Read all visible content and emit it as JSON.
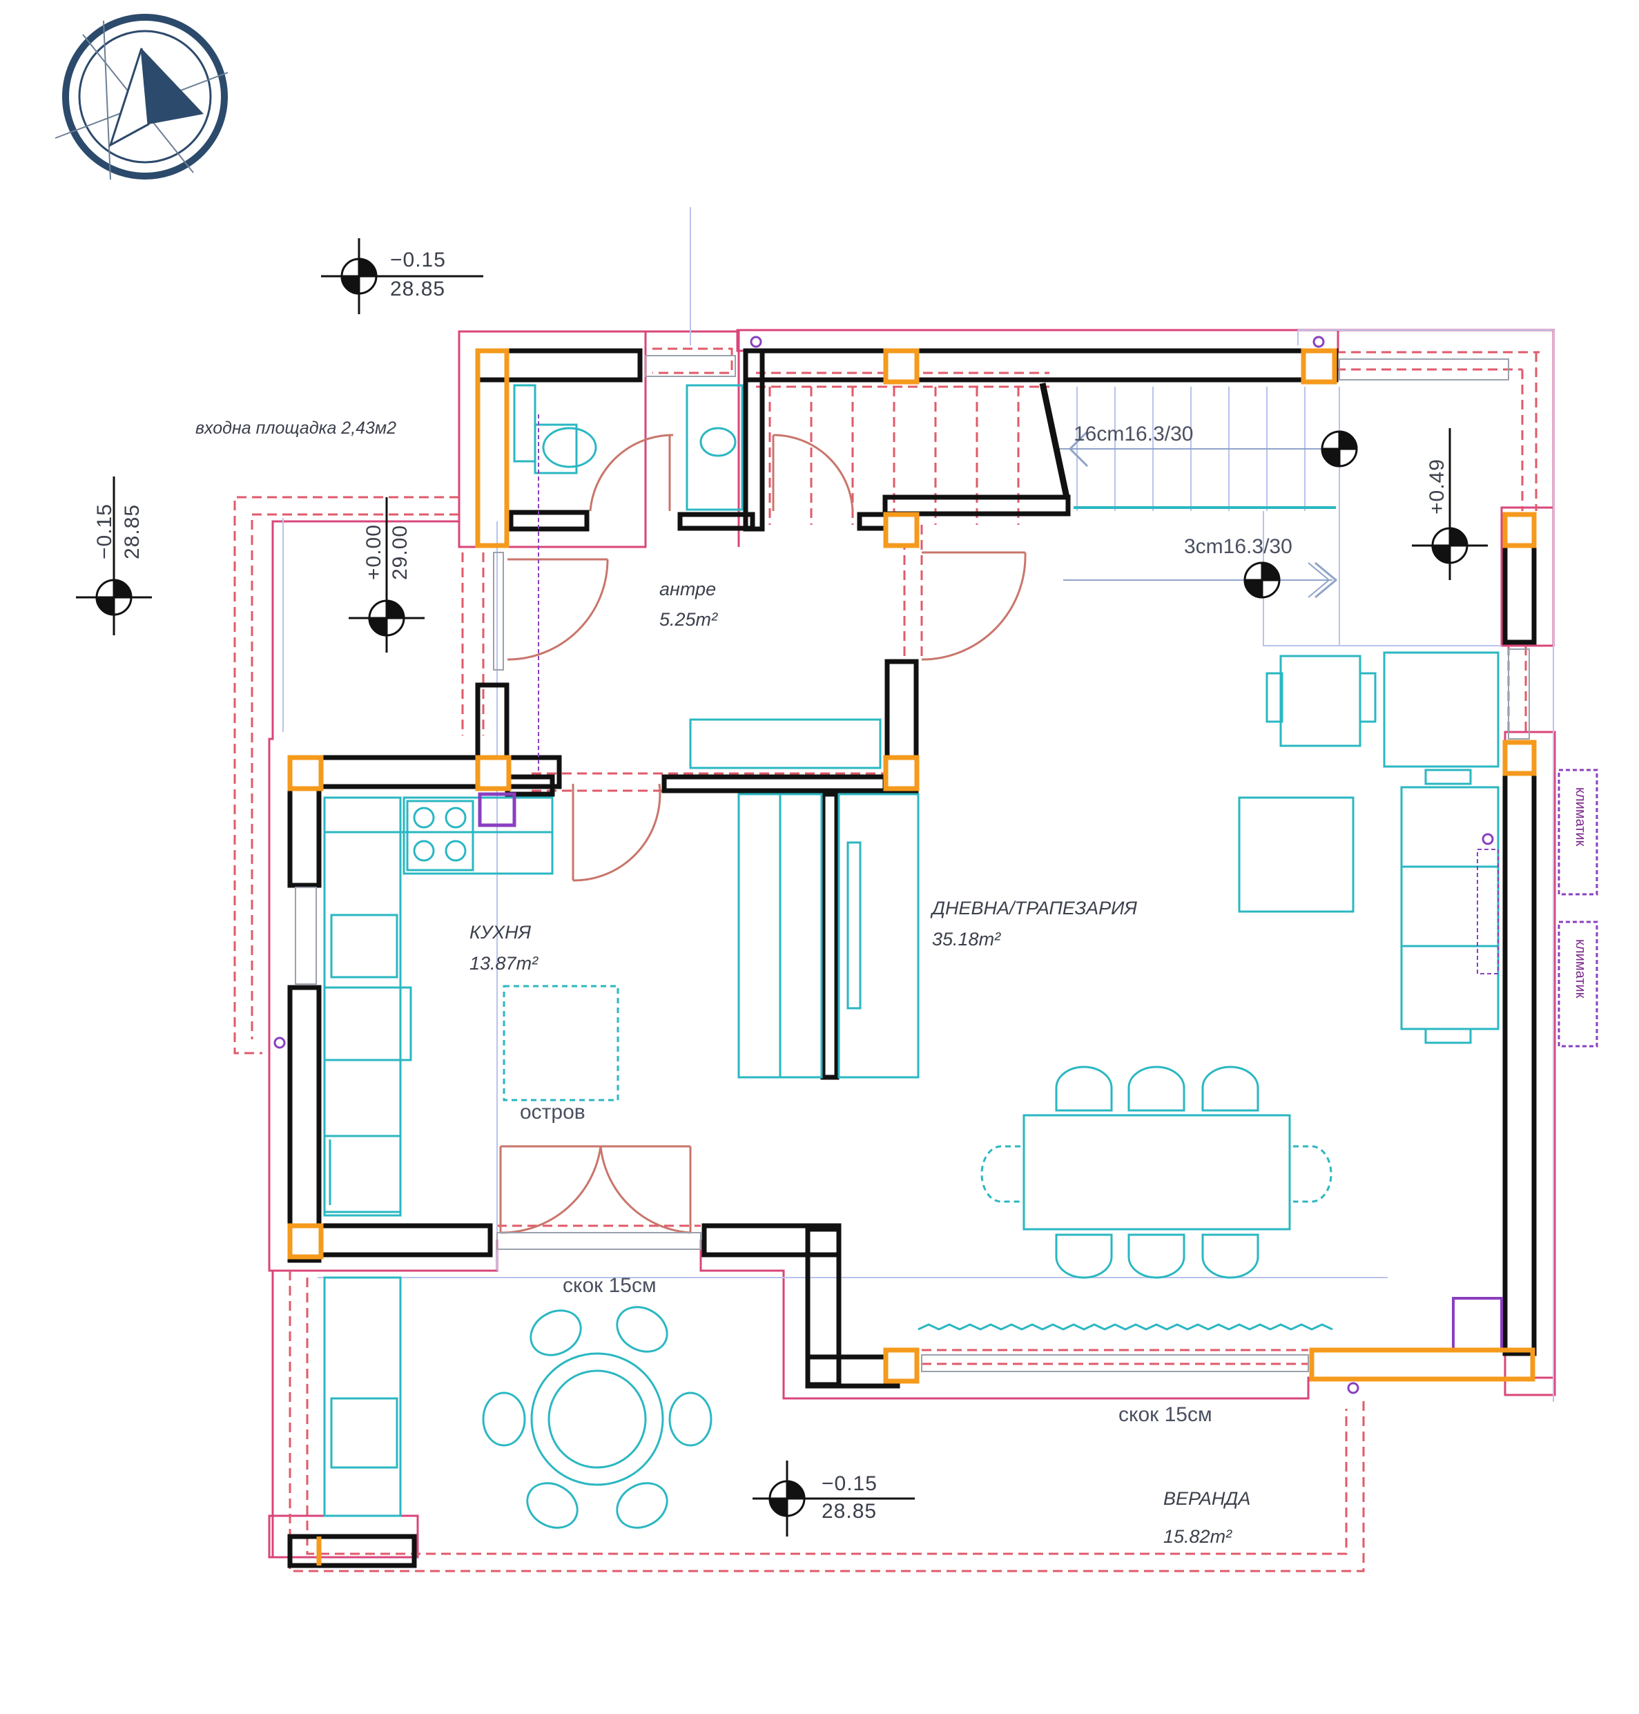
{
  "labels": {
    "entrance_platform": "входна площадка 2,43м2",
    "stair_upper": "16cm16.3/30",
    "stair_lower": "3cm16.3/30",
    "island": "остров",
    "step_1": "скок 15см",
    "step_2": "скок 15см",
    "ac_1": "климатик",
    "ac_2": "климатик"
  },
  "rooms": {
    "hall": {
      "name": "антре",
      "area": "5.25m²"
    },
    "kitchen": {
      "name": "КУХНЯ",
      "area": "13.87m²"
    },
    "living": {
      "name": "ДНЕВНА/ТРАПЕЗАРИЯ",
      "area": "35.18m²"
    },
    "veranda": {
      "name": "ВЕРАНДА",
      "area": "15.82m²"
    }
  },
  "levels": {
    "top": {
      "rel": "−0.15",
      "abs": "28.85"
    },
    "left": {
      "rel": "−0.15",
      "abs": "28.85"
    },
    "entrance": {
      "rel": "+0.00",
      "abs": "29.00"
    },
    "stair": {
      "rel": "+0.49"
    },
    "veranda": {
      "rel": "−0.15",
      "abs": "28.85"
    }
  },
  "colors": {
    "wall": "#111111",
    "column": "#f59a1c",
    "outline_pink": "#d9457a",
    "dashed_red": "#e05a6a",
    "furniture": "#2ab7c2",
    "stair_line": "#b8c3ec",
    "purple": "#8a3fbf",
    "compass": "#2c4a6b",
    "text": "#3a3f4a"
  }
}
